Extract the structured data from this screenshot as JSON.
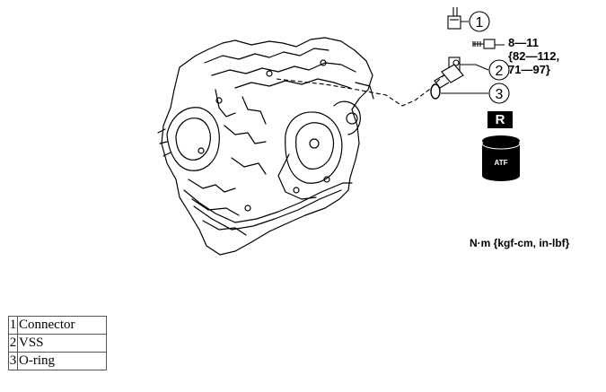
{
  "callouts": [
    {
      "number": "1"
    },
    {
      "number": "2"
    },
    {
      "number": "3"
    }
  ],
  "torque": {
    "line1": "8—11",
    "line2": "{82—112,",
    "line3": "71—97}"
  },
  "replace_symbol": "R",
  "fluid_symbol": "ATF",
  "unit_note": "N·m {kgf-cm, in-lbf}",
  "parts_table": [
    {
      "number": "1",
      "name": "Connector"
    },
    {
      "number": "2",
      "name": "VSS"
    },
    {
      "number": "3",
      "name": "O-ring"
    }
  ],
  "colors": {
    "line": "#000000",
    "background": "#ffffff"
  }
}
